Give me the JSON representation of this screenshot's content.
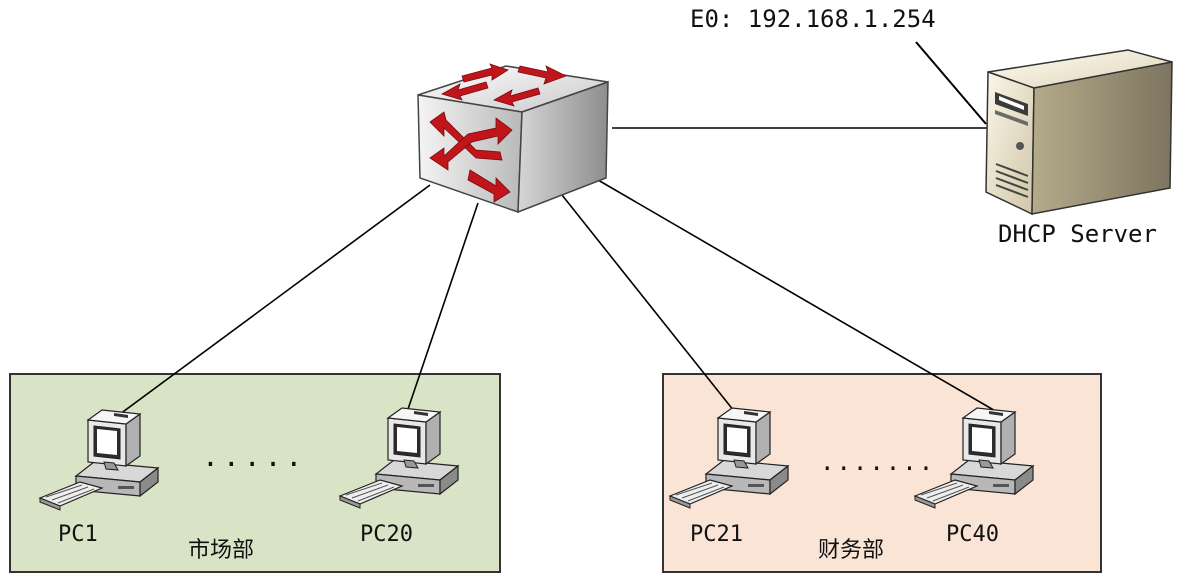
{
  "server": {
    "ip_label": "E0: 192.168.1.254",
    "name": "DHCP Server"
  },
  "groups": [
    {
      "department": "市场部",
      "fill": "#d9e3c6",
      "pcs": [
        "PC1",
        "PC20"
      ],
      "ellipsis": "....."
    },
    {
      "department": "财务部",
      "fill": "#fae4d6",
      "pcs": [
        "PC21",
        "PC40"
      ],
      "ellipsis": "......."
    }
  ],
  "colors": {
    "switch_arrow": "#c0151b",
    "line": "#000000",
    "group_border": "#333333"
  }
}
